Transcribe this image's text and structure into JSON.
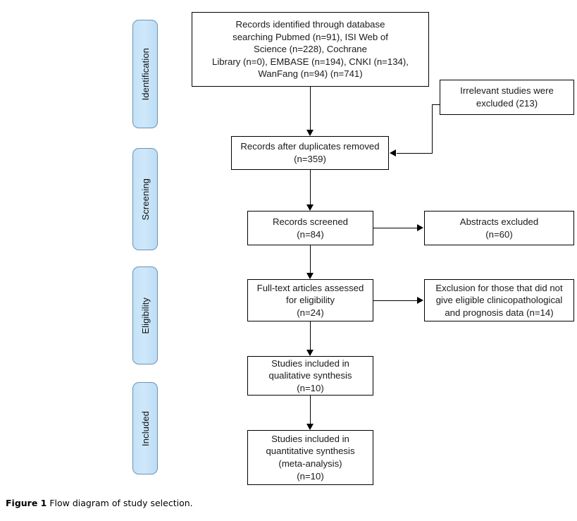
{
  "figure": {
    "label": "Figure 1",
    "caption": "Flow diagram of study selection.",
    "accent_color": "#c3e1f7",
    "accent_border_color": "#6c93b4",
    "line_color": "#000000",
    "background_color": "#ffffff"
  },
  "stages": [
    {
      "id": "identification",
      "label": "Identification"
    },
    {
      "id": "screening",
      "label": "Screening"
    },
    {
      "id": "eligibility",
      "label": "Eligibility"
    },
    {
      "id": "included",
      "label": "Included"
    }
  ],
  "nodes": {
    "records_identified": {
      "text": "Records identified through database\nsearching Pubmed (n=91), ISI Web of\nScience (n=228), Cochrane\nLibrary (n=0), EMBASE (n=194), CNKI (n=134),\nWanFang (n=94) (n=741)"
    },
    "irrelevant_excluded": {
      "text": "Irrelevant studies were\nexcluded (213)"
    },
    "records_after_duplicates": {
      "text": "Records after duplicates removed\n(n=359)"
    },
    "records_screened": {
      "text": "Records screened\n(n=84)"
    },
    "abstracts_excluded": {
      "text": "Abstracts excluded\n(n=60)"
    },
    "fulltext_assessed": {
      "text": "Full-text articles assessed\nfor eligibility\n(n=24)"
    },
    "fulltext_excluded": {
      "text": "Exclusion for those that did not\ngive eligible clinicopathological\nand prognosis data (n=14)"
    },
    "qualitative_synthesis": {
      "text": "Studies included in\nqualitative synthesis\n(n=10)"
    },
    "quantitative_synthesis": {
      "text": "Studies included in\nquantitative synthesis\n(meta-analysis)\n(n=10)"
    }
  },
  "chart_data": {
    "type": "diagram",
    "title": "Flow diagram of study selection",
    "diagram_kind": "PRISMA flow diagram",
    "stages": [
      "Identification",
      "Screening",
      "Eligibility",
      "Included"
    ],
    "counts": {
      "pubmed": 91,
      "isi_web_of_science": 228,
      "cochrane_library": 0,
      "embase": 194,
      "cnki": 134,
      "wanfang": 94,
      "total_identified": 741,
      "irrelevant_excluded": 213,
      "after_duplicates_removed": 359,
      "records_screened": 84,
      "abstracts_excluded": 60,
      "fulltext_assessed": 24,
      "fulltext_excluded": 14,
      "qualitative_synthesis": 10,
      "quantitative_synthesis": 10
    },
    "edges": [
      {
        "from": "records_identified",
        "to": "records_after_duplicates",
        "direction": "down"
      },
      {
        "from": "irrelevant_excluded",
        "to": "records_after_duplicates",
        "direction": "left"
      },
      {
        "from": "records_after_duplicates",
        "to": "records_screened",
        "direction": "down"
      },
      {
        "from": "records_screened",
        "to": "abstracts_excluded",
        "direction": "right"
      },
      {
        "from": "records_screened",
        "to": "fulltext_assessed",
        "direction": "down"
      },
      {
        "from": "fulltext_assessed",
        "to": "fulltext_excluded",
        "direction": "right"
      },
      {
        "from": "fulltext_assessed",
        "to": "qualitative_synthesis",
        "direction": "down"
      },
      {
        "from": "qualitative_synthesis",
        "to": "quantitative_synthesis",
        "direction": "down"
      }
    ]
  }
}
